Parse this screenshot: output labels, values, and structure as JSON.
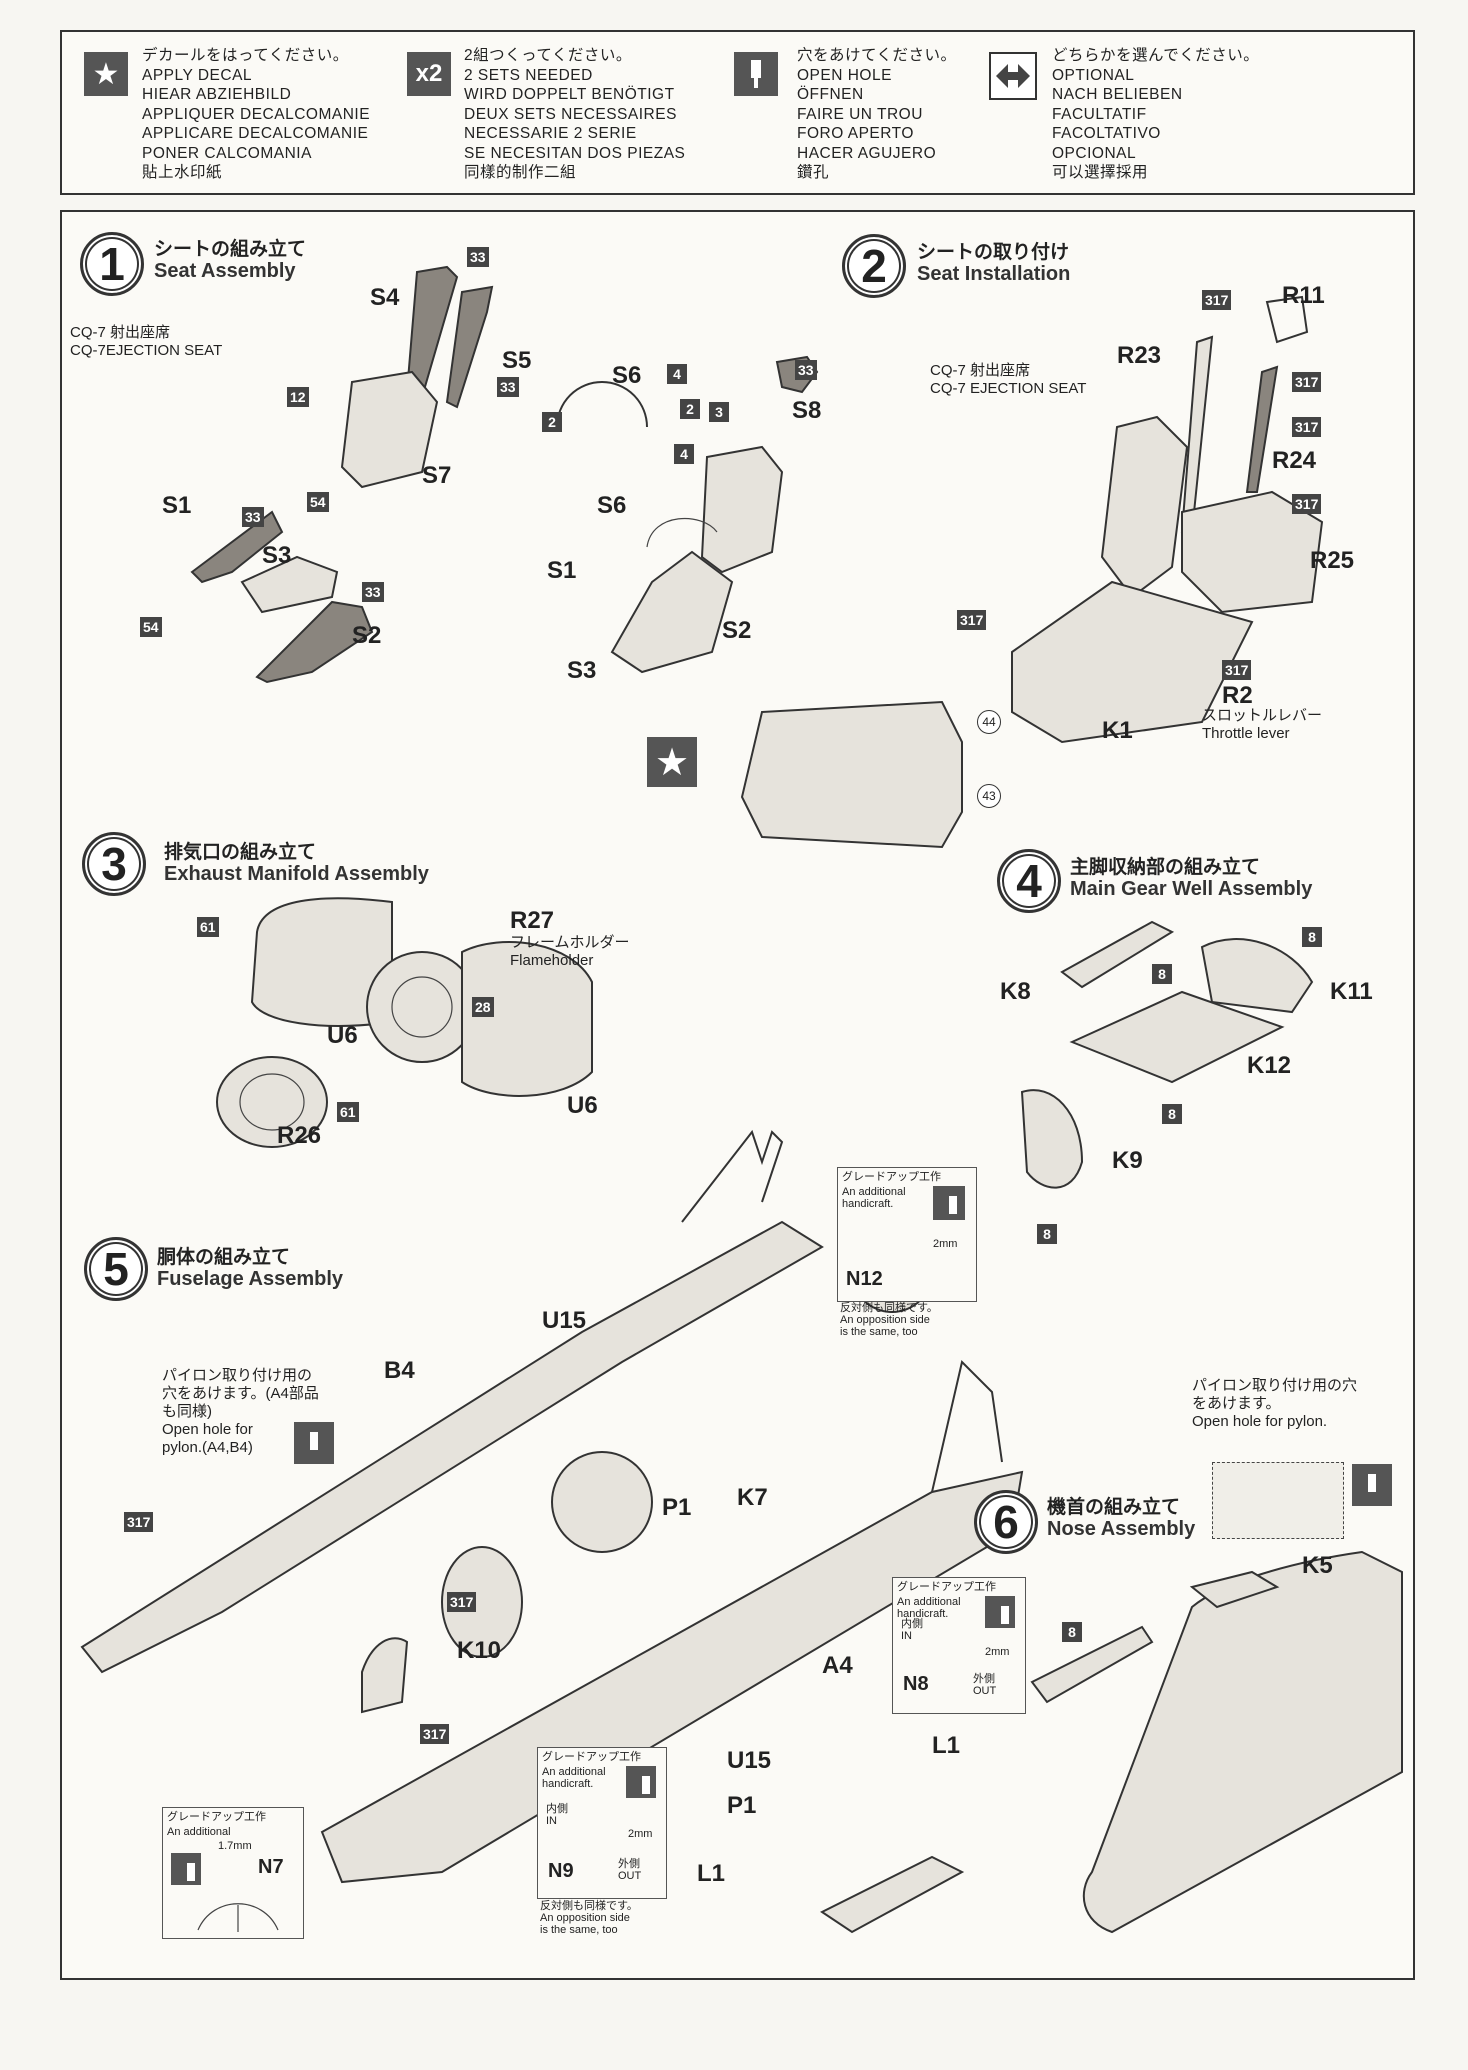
{
  "legend": [
    {
      "icon": "★",
      "lines": [
        "デカールをはってください。",
        "APPLY DECAL",
        "HIEAR ABZIEHBILD",
        "APPLIQUER DECALCOMANIE",
        "APPLICARE DECALCOMANIE",
        "PONER CALCOMANIA",
        "貼上水印紙"
      ]
    },
    {
      "icon": "x2",
      "lines": [
        "2組つくってください。",
        "2 SETS NEEDED",
        "WIRD DOPPELT BENÖTIGT",
        "DEUX SETS NECESSAIRES",
        "NECESSARIE 2 SERIE",
        "SE NECESITAN DOS PIEZAS",
        "同樣的制作二組"
      ]
    },
    {
      "icon": "drill",
      "lines": [
        "穴をあけてください。",
        "OPEN HOLE",
        "ÖFFNEN",
        "FAIRE UN TROU",
        "FORO APERTO",
        "HACER AGUJERO",
        "鑽孔"
      ]
    },
    {
      "icon": "optional",
      "lines": [
        "どちらかを選んでください。",
        "OPTIONAL",
        "NACH BELIEBEN",
        "FACULTATIF",
        "FACOLTATIVO",
        "OPCIONAL",
        "可以選擇採用"
      ]
    }
  ],
  "steps": {
    "s1": {
      "num": "1",
      "jp": "シートの組み立て",
      "en": "Seat Assembly",
      "note": [
        "CQ-7 射出座席",
        "CQ-7EJECTION SEAT"
      ]
    },
    "s2": {
      "num": "2",
      "jp": "シートの取り付け",
      "en": "Seat Installation",
      "note": [
        "CQ-7 射出座席",
        "CQ-7 EJECTION SEAT"
      ],
      "lever": [
        "スロットルレバー",
        "Throttle lever"
      ]
    },
    "s3": {
      "num": "3",
      "jp": "排気口の組み立て",
      "en": "Exhaust Manifold Assembly",
      "flame": [
        "フレームホルダー",
        "Flameholder"
      ]
    },
    "s4": {
      "num": "4",
      "jp": "主脚収納部の組み立て",
      "en": "Main Gear Well Assembly"
    },
    "s5": {
      "num": "5",
      "jp": "胴体の組み立て",
      "en": "Fuselage Assembly",
      "pylon": [
        "パイロン取り付け用の",
        "穴をあけます。(A4部品",
        "も同様)",
        "Open hole for",
        "pylon.(A4,B4)"
      ]
    },
    "s6": {
      "num": "6",
      "jp": "機首の組み立て",
      "en": "Nose Assembly",
      "pylon": [
        "パイロン取り付け用の穴",
        "をあけます。",
        "Open hole for pylon."
      ]
    }
  },
  "parts": {
    "s1": [
      "S4",
      "S5",
      "S7",
      "S1",
      "S3",
      "S2",
      "S6",
      "S8",
      "S1",
      "S2",
      "S3",
      "S6"
    ],
    "s2": [
      "R11",
      "R23",
      "R24",
      "R25",
      "K1",
      "R2"
    ],
    "s3": [
      "R27",
      "U6",
      "U6",
      "R26"
    ],
    "s4": [
      "K8",
      "K11",
      "K12",
      "K9"
    ],
    "s5": [
      "U15",
      "B4",
      "P1",
      "K7",
      "K10",
      "A4",
      "U15",
      "P1",
      "L1"
    ],
    "s6": [
      "K5",
      "L1"
    ]
  },
  "badges": {
    "b33": "33",
    "b12": "12",
    "b54": "54",
    "b4": "4",
    "b2": "2",
    "b3": "3",
    "b317": "317",
    "b61": "61",
    "b28": "28",
    "b8": "8"
  },
  "decals": {
    "d44": "44",
    "d43": "43"
  },
  "upgrade": {
    "title": "グレードアップ工作",
    "sub": [
      "An additional",
      "handicraft."
    ],
    "inside": [
      "内側",
      "IN"
    ],
    "outside": [
      "外側",
      "OUT"
    ],
    "mm2": "2mm",
    "mm17": "1.7mm",
    "opp": [
      "反対側も同様です。",
      "An opposition side",
      "is the same, too"
    ],
    "n12": "N12",
    "n8": "N8",
    "n9": "N9",
    "n7": "N7"
  }
}
